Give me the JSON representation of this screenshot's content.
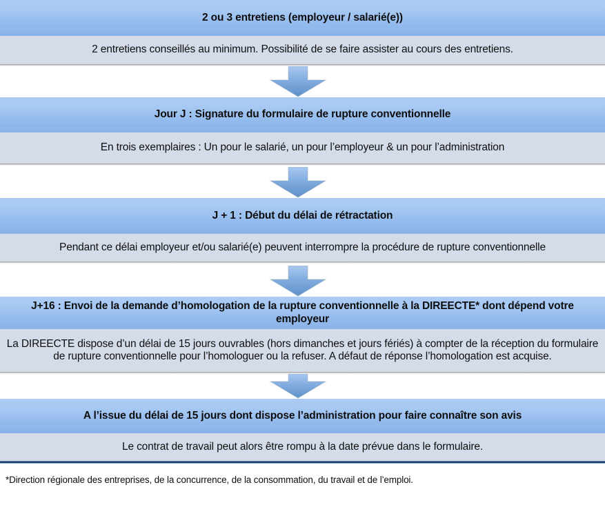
{
  "chart_title": "Procédure de rupture conventionnelle (flowchart)",
  "colors": {
    "step_header_blue_top": "#acccf5",
    "step_header_blue_bottom": "#8ab3e9",
    "step_body_gray": "#d4dcea",
    "arrow_blue_top": "#a9c8ee",
    "arrow_blue_bottom": "#5e91c9",
    "end_border_navy": "#1d3d63",
    "text": "#0e0e0e"
  },
  "icons": {
    "down_arrow": "down-arrow"
  },
  "steps": [
    {
      "title": "2 ou 3 entretiens (employeur / salarié(e))",
      "description": "2 entretiens conseillés au minimum. Possibilité de se faire assister au cours des entretiens."
    },
    {
      "title": "Jour J : Signature du formulaire de rupture conventionnelle",
      "description": "En trois exemplaires : Un pour le salarié, un pour l’employeur & un pour l’administration"
    },
    {
      "title": "J + 1 : Début du délai de rétractation",
      "description": "Pendant ce délai employeur et/ou salarié(e) peuvent interrompre la procédure de rupture conventionnelle"
    },
    {
      "title": "J+16 : Envoi de la demande d’homologation de la rupture conventionnelle à la DIREECTE* dont dépend votre employeur",
      "description": "La DIREECTE dispose d’un délai de 15 jours ouvrables (hors dimanches et jours fériés) à compter de la réception du formulaire de rupture conventionnelle pour l’homologuer ou  la refuser. A défaut de réponse l’homologation est acquise."
    },
    {
      "title": "A l’issue du délai de 15 jours dont dispose l’administration pour faire connaître son avis",
      "description": "Le contrat de travail peut alors être rompu à la date prévue dans le formulaire."
    }
  ],
  "footnote": "*Direction régionale des entreprises, de la concurrence, de la consommation, du travail et de l’emploi."
}
